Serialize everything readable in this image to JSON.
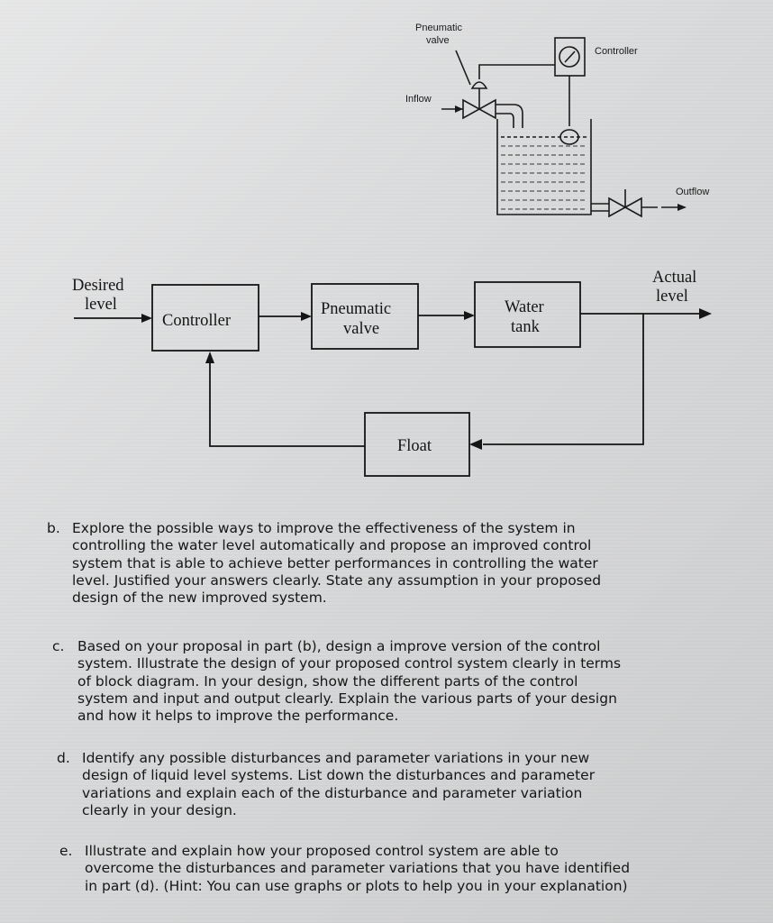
{
  "pid_diagram": {
    "pneumatic_valve_label": [
      "Pneumatic",
      "valve"
    ],
    "controller_label": "Controller",
    "inflow_label": "Inflow",
    "outflow_label": "Outflow"
  },
  "block_diagram": {
    "desired_level": [
      "Desired",
      "level"
    ],
    "actual_level": [
      "Actual",
      "level"
    ],
    "controller": "Controller",
    "pneumatic_valve": [
      "Pneumatic",
      "valve"
    ],
    "water_tank": [
      "Water",
      "tank"
    ],
    "float": "Float"
  },
  "questions": [
    {
      "letter": "b.",
      "lines": [
        "Explore the possible ways to improve the effectiveness of the system in",
        "controlling the water level automatically and propose an improved control",
        "system that is able to achieve better performances in controlling the water",
        "level. Justified your answers clearly. State any assumption in your proposed",
        "design of the new improved system."
      ]
    },
    {
      "letter": "c.",
      "lines": [
        "Based on your proposal in part (b), design a improve version of the control",
        "system. Illustrate the design of your proposed control system clearly in terms",
        "of block diagram. In your design, show the different parts of the control",
        "system and input and output clearly. Explain the various parts of your design",
        "and how it helps to improve the performance."
      ]
    },
    {
      "letter": "d.",
      "lines": [
        "Identify any possible disturbances and parameter variations in your new",
        "design of liquid level systems. List down the disturbances and parameter",
        "variations and explain each of the disturbance and parameter variation",
        "clearly in your design."
      ]
    },
    {
      "letter": "e.",
      "lines": [
        "Illustrate and explain how your proposed control system are able to",
        "overcome the disturbances and parameter variations that you have identified",
        "in part (d). (Hint: You can use graphs or plots to help you in your explanation)"
      ]
    }
  ]
}
